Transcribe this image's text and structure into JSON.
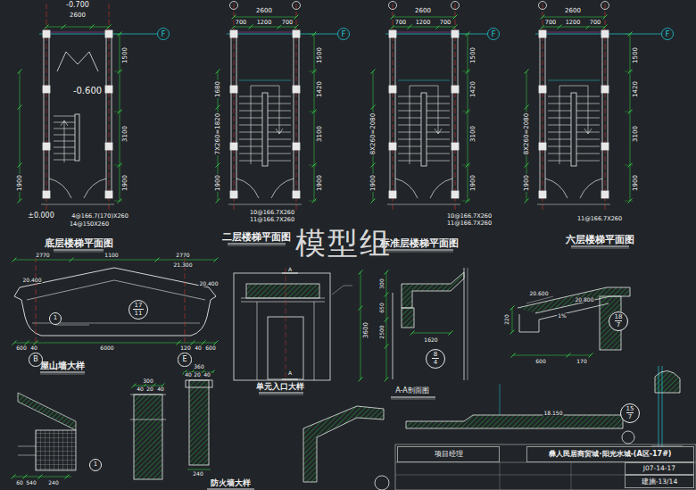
{
  "diagram": {
    "nodes": [
      {
        "text": [
          "17",
          "11"
        ]
      },
      {
        "text": [
          "1"
        ]
      },
      {
        "text": [
          "8",
          "4"
        ]
      },
      {
        "text": [
          "18",
          "7"
        ]
      },
      {
        "text": [
          "15",
          "7"
        ]
      },
      {
        "text": [
          "1"
        ]
      },
      {
        "text": [
          "项目经理"
        ]
      },
      {
        "text": [
          "彝人民居商贸城·阳光水城-(A区-17#)"
        ]
      },
      {
        "text": [
          "J07-14-17"
        ]
      },
      {
        "text": [
          "建施-13/14"
        ]
      },
      {
        "text": [
          "B"
        ]
      },
      {
        "text": [
          "E"
        ]
      }
    ],
    "labels": [
      "-0.700",
      "2600",
      "F",
      "1500",
      "-0.600",
      "3100",
      "1900",
      "1900",
      "±0.000",
      "4@166.7(170)X260",
      "14@150X260",
      "底层楼梯平面图",
      "2600",
      "700",
      "1200",
      "700",
      "F",
      "1500",
      "1680",
      "1420",
      "7X260=1820",
      "3100",
      "1900",
      "1900",
      "10@166.7X260",
      "11@166.7X260",
      "二层楼梯平面图",
      "2600",
      "700",
      "1200",
      "700",
      "F",
      "1500",
      "1420",
      "8X260=2080",
      "3100",
      "1900",
      "1900",
      "10@166.7X260",
      "11@166.7X260",
      "标准层楼梯平面图",
      "2600",
      "700",
      "1200",
      "700",
      "F",
      "1500",
      "1420",
      "8X260=2080",
      "3100",
      "1900",
      "1900",
      "11@166.7X260",
      "六层楼梯平面图",
      "模型组",
      "2770",
      "1100",
      "2770",
      "21.300",
      "20.400",
      "20.400",
      "600",
      "40",
      "6000",
      "120",
      "40",
      "600",
      "屋山墙大样",
      "300",
      "40",
      "20",
      "40",
      "360",
      "40",
      "20",
      "40",
      "60",
      "540",
      "240",
      "240",
      "防火墙大样",
      "A",
      "A",
      "3600",
      "300",
      "650",
      "2500",
      "1620",
      "单元入口大样",
      "A-A剖面图",
      "20.600",
      "20.800",
      "220",
      "1%",
      "600",
      "170",
      "18.150"
    ]
  }
}
